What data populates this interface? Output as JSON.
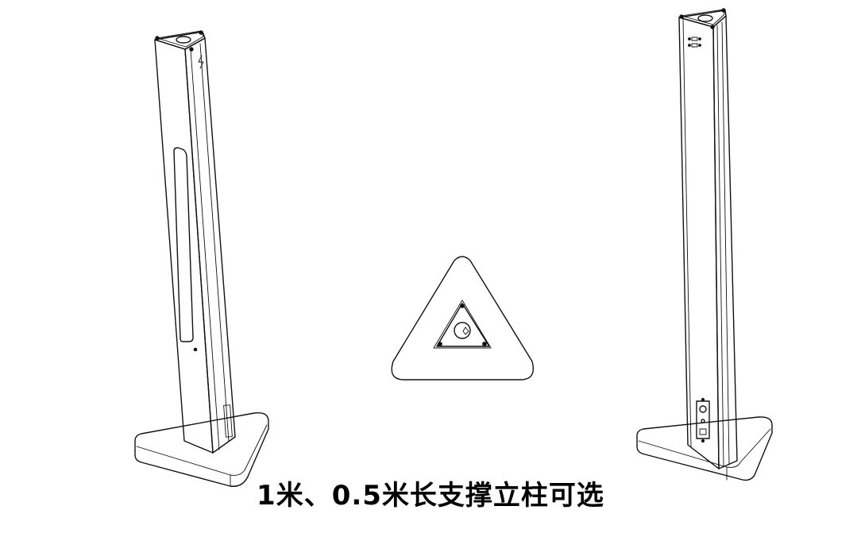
{
  "figure": {
    "caption": "1米、0.5米长支撑立柱可选",
    "views": [
      {
        "id": "left-column",
        "description": "1m support column, front-left perspective with display slot"
      },
      {
        "id": "top-view",
        "description": "triangular base plate, top view with mounting plate"
      },
      {
        "id": "right-column",
        "description": "support column, rear perspective with ports panel"
      }
    ],
    "colors": {
      "line": "#111111",
      "background": "#ffffff",
      "caption": "#000000"
    }
  }
}
